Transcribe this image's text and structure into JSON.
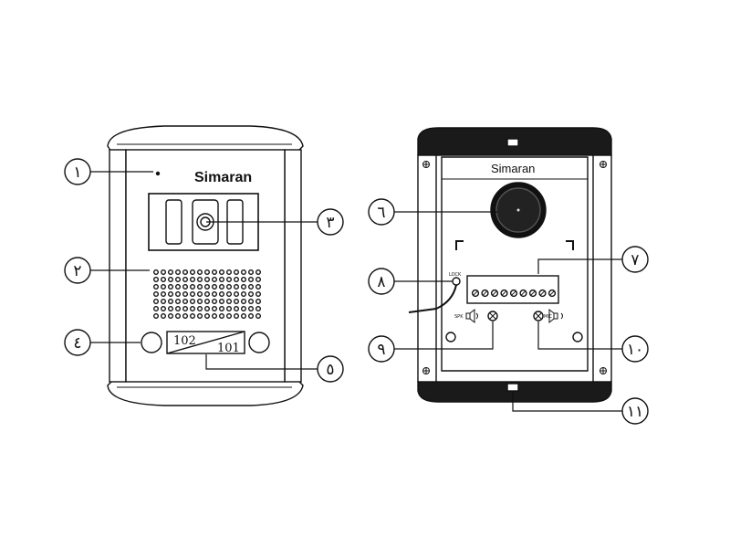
{
  "front_panel": {
    "brand": "Simaran",
    "label_plate": {
      "left": "102",
      "right": "101"
    }
  },
  "back_panel": {
    "brand": "Simaran",
    "lock_label": "LOCK",
    "spk_label": "SPK",
    "mic_label": "MIC"
  },
  "callouts": [
    "١",
    "٢",
    "٣",
    "٤",
    "٥",
    "٦",
    "٧",
    "٨",
    "٩",
    "١٠",
    "١١"
  ]
}
